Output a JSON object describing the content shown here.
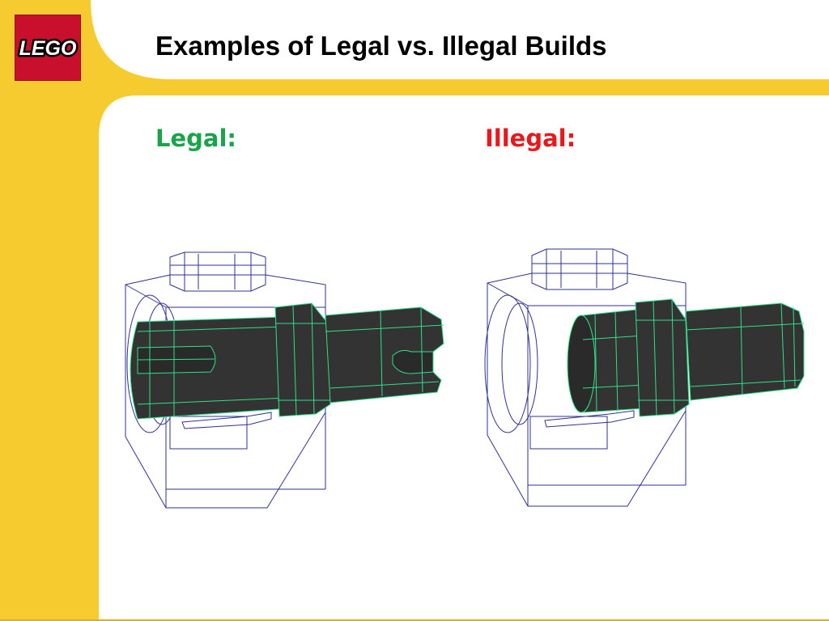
{
  "slide": {
    "title": "Examples of Legal vs. Illegal Builds",
    "logo_text": "LEGO"
  },
  "columns": {
    "legal_label": "Legal:",
    "illegal_label": "Illegal:"
  },
  "colors": {
    "frame_yellow": "#f5cb2f",
    "logo_red": "#c8102e",
    "legal_green": "#1aa34a",
    "illegal_red": "#e8191c",
    "wire_blue": "#2e3192",
    "part_dark": "#333333",
    "part_edge_green": "#2fe08a"
  },
  "icons": {
    "logo": "lego-logo-icon",
    "legal_build": "technic-pin-wireframe-legal",
    "illegal_build": "technic-pin-wireframe-illegal"
  }
}
